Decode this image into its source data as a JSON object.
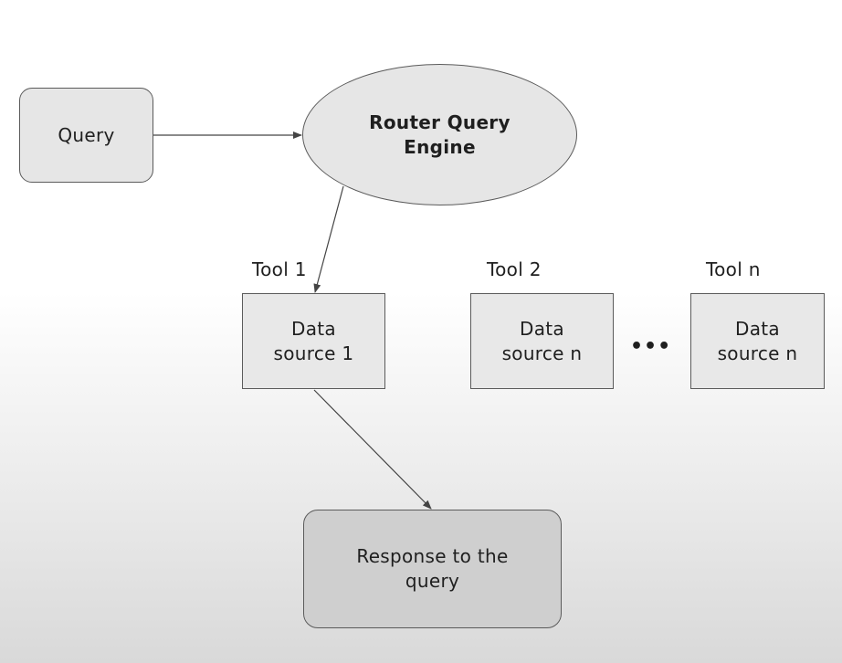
{
  "nodes": {
    "query": "Query",
    "router": "Router Query\nEngine",
    "data_source_1": "Data\nsource 1",
    "data_source_2": "Data\nsource n",
    "data_source_3": "Data\nsource n",
    "response": "Response to the\nquery"
  },
  "tools": {
    "tool_1": "Tool 1",
    "tool_2": "Tool 2",
    "tool_n": "Tool n"
  },
  "ellipsis": "•••",
  "colors": {
    "node_fill": "#e6e6e6",
    "response_fill": "#cfcfcf",
    "stroke": "#5b5b5b"
  }
}
